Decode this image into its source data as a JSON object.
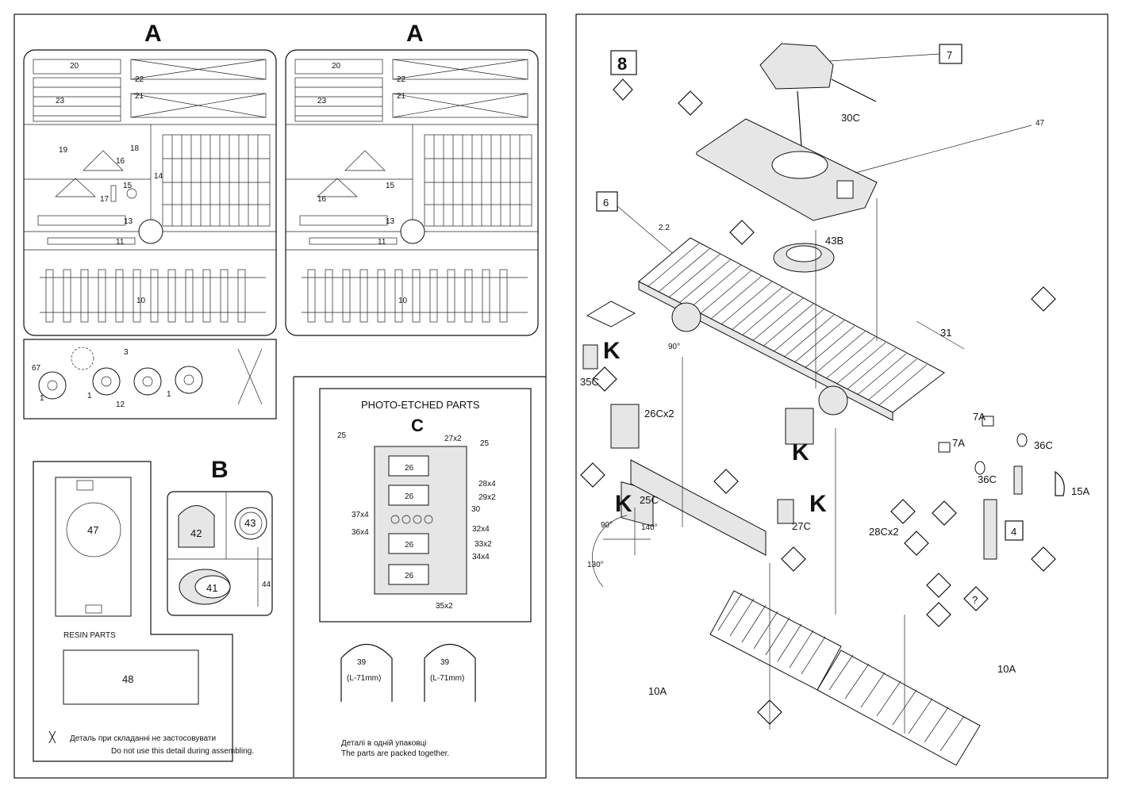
{
  "left_sheet": {
    "sprue_a_label": "A",
    "sprue_a_copy_label": "A",
    "sprue_a_parts": [
      "20",
      "22",
      "23",
      "21",
      "19",
      "18",
      "16",
      "14",
      "15",
      "17",
      "13",
      "11",
      "10"
    ],
    "sprue_a_copy_parts": [
      "20",
      "22",
      "23",
      "21",
      "16",
      "15",
      "13",
      "11",
      "10"
    ],
    "sprue_small_parts": [
      "67",
      "3",
      "1",
      "1",
      "1",
      "12"
    ],
    "sprue_b_label": "B",
    "sprue_b_parts": [
      "42",
      "43",
      "41",
      "44"
    ],
    "resin_parts_label": "RESIN  PARTS",
    "resin_parts": [
      "47",
      "48"
    ],
    "photo_etched_title": "PHOTO-ETCHED PARTS",
    "photo_etched_sheet_label": "C",
    "photo_etched_parts": [
      "25",
      "27x2",
      "25",
      "26",
      "28x4",
      "26",
      "29x2",
      "30",
      "37x4",
      "36x4",
      "32x4",
      "26",
      "33x2",
      "34x4",
      "26",
      "35x2"
    ],
    "cable_parts": [
      {
        "num": "39",
        "len": "(L-71mm)"
      },
      {
        "num": "39",
        "len": "(L-71mm)"
      }
    ],
    "do_not_use_ua": "Деталь при складанні не застосовувати",
    "do_not_use_en": "Do not use this detail during assembling.",
    "packed_together_ua": "Деталі в одній упаковці",
    "packed_together_en": "The parts are packed together."
  },
  "right_sheet": {
    "step_number": "8",
    "callouts": [
      "7",
      "6",
      "4"
    ],
    "labels": [
      "30C",
      "47",
      "43B",
      "2.2",
      "31",
      "90°",
      "35C",
      "26Cx2",
      "7A",
      "36C",
      "7A",
      "36C",
      "15A",
      "25C",
      "27C",
      "28Cx2",
      "10A",
      "10A"
    ],
    "detail_letter": "K",
    "angles": [
      "90°",
      "140°",
      "130°"
    ],
    "question_mark": "?"
  },
  "colors": {
    "ink": "#111111",
    "paper": "#ffffff",
    "panel_grey": "#e6e6e6"
  }
}
